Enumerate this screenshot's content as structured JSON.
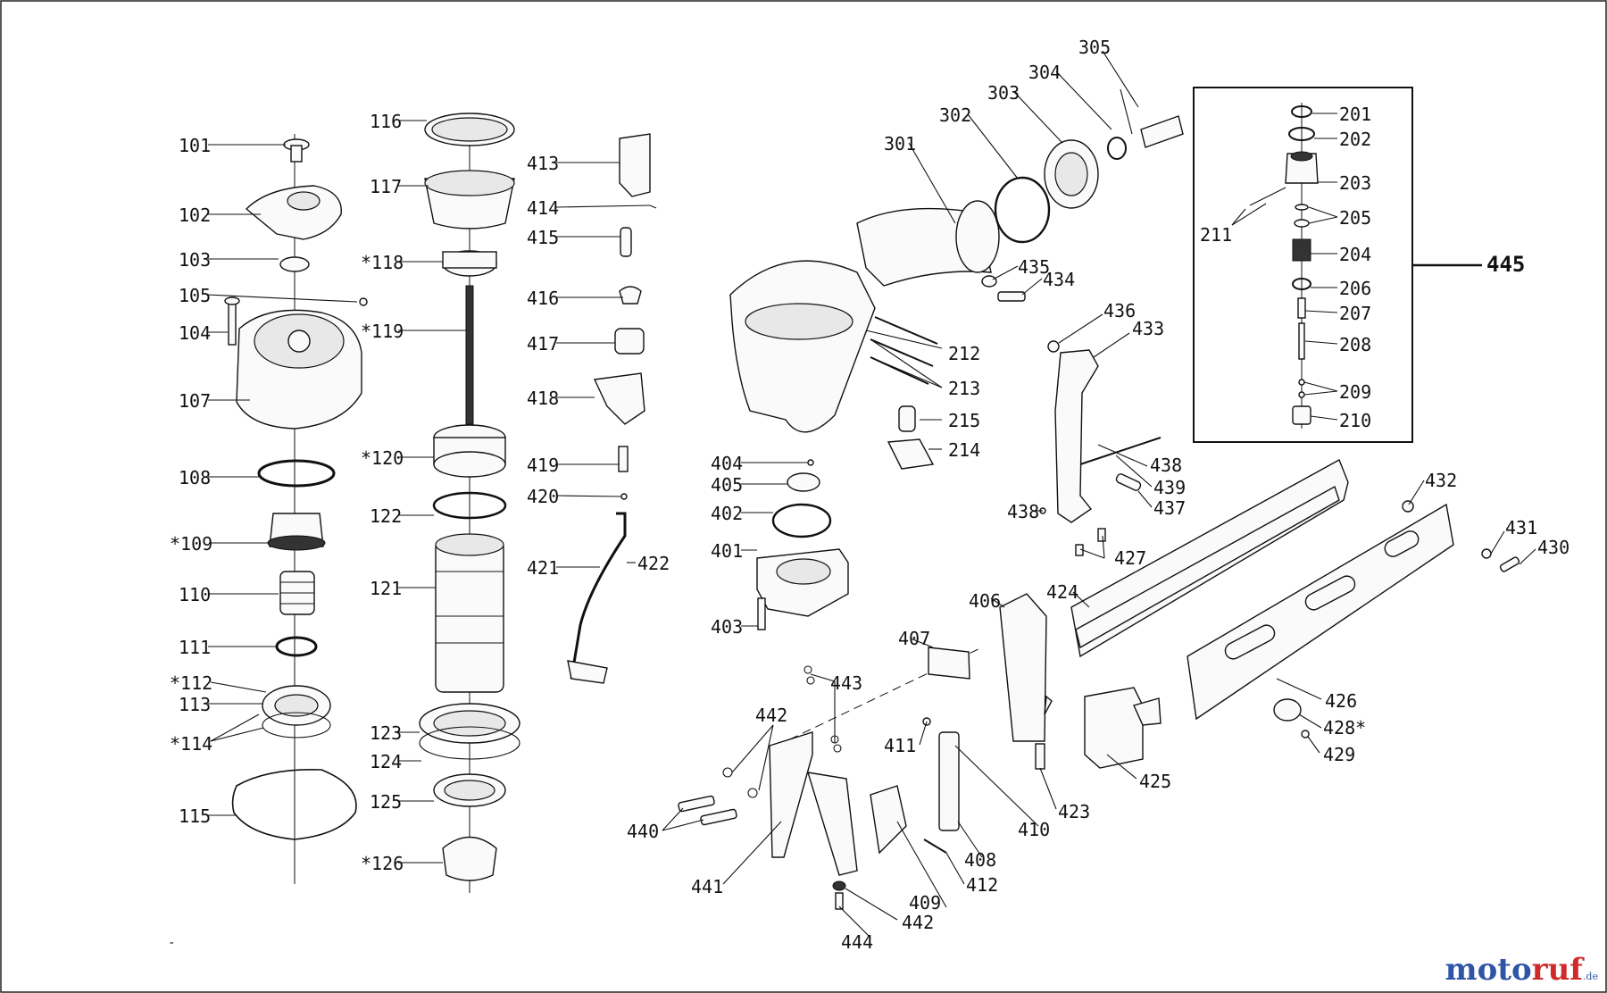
{
  "labels": {
    "101": "101",
    "102": "102",
    "103": "103",
    "104": "104",
    "105": "105",
    "107": "107",
    "108": "108",
    "109": "*109",
    "110": "110",
    "111": "111",
    "112": "*112",
    "113": "113",
    "114": "*114",
    "115": "115",
    "116": "116",
    "117": "117",
    "118": "*118",
    "119": "*119",
    "120": "*120",
    "122": "122",
    "121": "121",
    "123": "123",
    "124": "124",
    "125": "125",
    "126": "*126",
    "413": "413",
    "414": "414",
    "415": "415",
    "416": "416",
    "417": "417",
    "418": "418",
    "419": "419",
    "420": "420",
    "421": "421",
    "422": "422",
    "301": "301",
    "302": "302",
    "303": "303",
    "304": "304",
    "305": "305",
    "212": "212",
    "213": "213",
    "215": "215",
    "214": "214",
    "435": "435",
    "434": "434",
    "404": "404",
    "405": "405",
    "402": "402",
    "401": "401",
    "403": "403",
    "436": "436",
    "433": "433",
    "438a": "438",
    "439": "439",
    "437": "437",
    "438b": "438",
    "427": "427",
    "201": "201",
    "202": "202",
    "203": "203",
    "205": "205",
    "211": "211",
    "204": "204",
    "206": "206",
    "207": "207",
    "208": "208",
    "209": "209",
    "210": "210",
    "445": "445",
    "432": "432",
    "431": "431",
    "430": "430",
    "424": "424",
    "426": "426",
    "428": "428*",
    "429": "429",
    "425": "425",
    "406": "406",
    "407": "407",
    "443": "443",
    "442a": "442",
    "411": "411",
    "423": "423",
    "410": "410",
    "408": "408",
    "412": "412",
    "409": "409",
    "440": "440",
    "441": "441",
    "442b": "442",
    "444": "444"
  },
  "footnote": "-",
  "watermark": {
    "part1": "moto",
    "part2": "ruf",
    "suffix": ".de"
  }
}
